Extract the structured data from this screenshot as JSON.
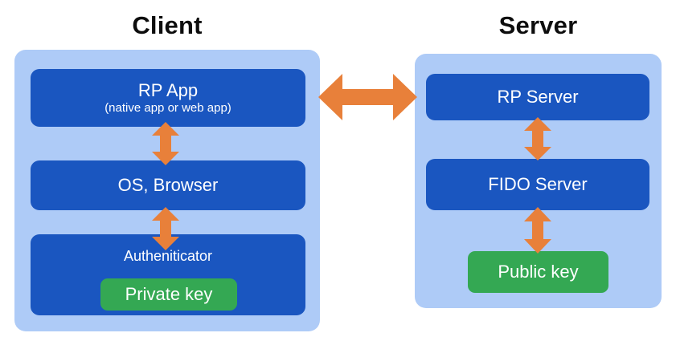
{
  "diagram": {
    "title_client": "Client",
    "title_server": "Server",
    "colors": {
      "panel_bg": "#aecbf7",
      "box_bg": "#1a56c0",
      "key_bg": "#34a853",
      "arrow": "#e8803a",
      "text_on_box": "#ffffff",
      "heading": "#0d0d0d",
      "background": "#ffffff"
    }
  },
  "client": {
    "heading": "Client",
    "boxes": [
      {
        "title": "RP App",
        "subtitle": "(native app or web app)"
      },
      {
        "title": "OS, Browser",
        "subtitle": ""
      },
      {
        "title": "Autheniticator",
        "subtitle": ""
      }
    ],
    "key": {
      "label": "Private key"
    }
  },
  "server": {
    "heading": "Server",
    "boxes": [
      {
        "title": "RP Server",
        "subtitle": ""
      },
      {
        "title": "FIDO Server",
        "subtitle": ""
      }
    ],
    "key": {
      "label": "Public key"
    }
  },
  "connections": [
    {
      "name": "rp-app-to-os-browser",
      "from": "RP App",
      "to": "OS, Browser",
      "direction": "bidirectional",
      "orientation": "vertical"
    },
    {
      "name": "os-browser-to-authenticator",
      "from": "OS, Browser",
      "to": "Autheniticator",
      "direction": "bidirectional",
      "orientation": "vertical"
    },
    {
      "name": "client-to-server",
      "from": "RP App",
      "to": "RP Server",
      "direction": "bidirectional",
      "orientation": "horizontal"
    },
    {
      "name": "rp-server-to-fido-server",
      "from": "RP Server",
      "to": "FIDO Server",
      "direction": "bidirectional",
      "orientation": "vertical"
    },
    {
      "name": "fido-server-to-public-key",
      "from": "FIDO Server",
      "to": "Public key",
      "direction": "bidirectional",
      "orientation": "vertical"
    }
  ]
}
